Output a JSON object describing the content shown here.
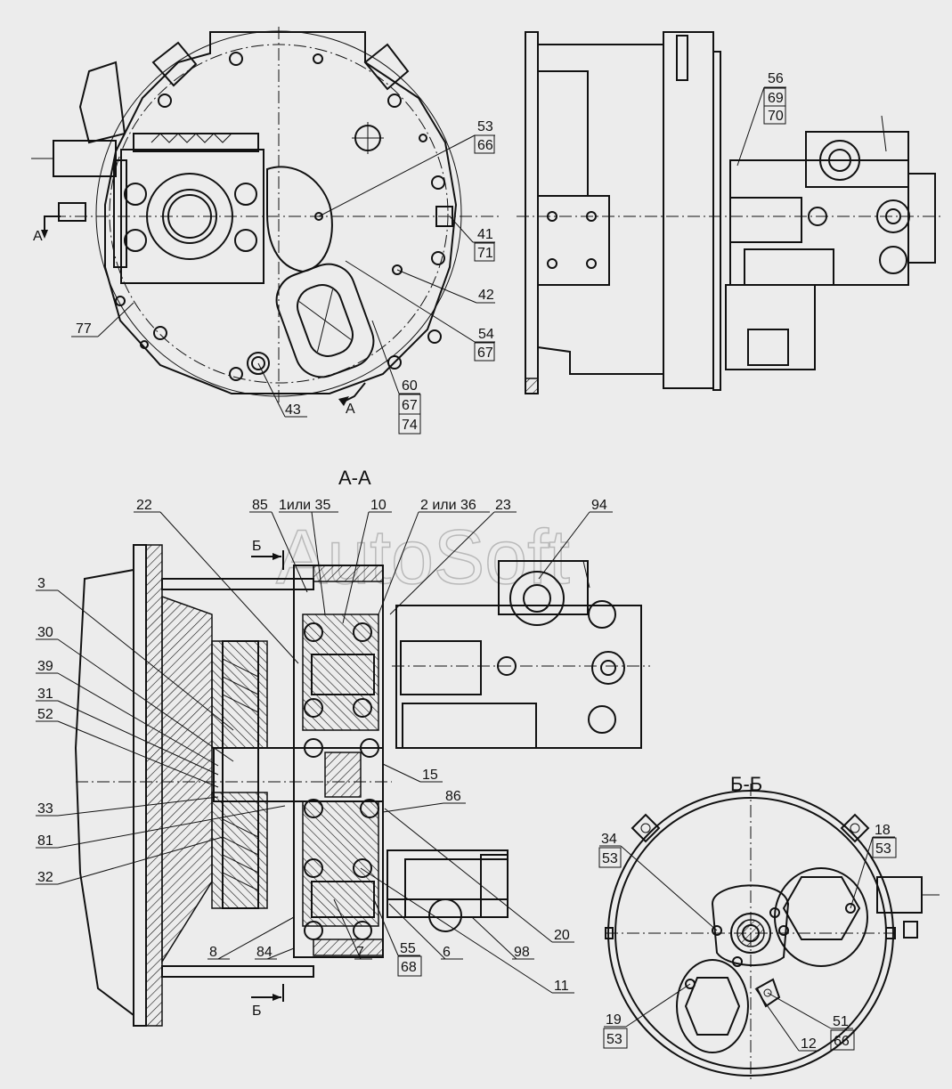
{
  "view_titles": {
    "section_aa": "А-А",
    "section_bb": "Б-Б"
  },
  "view_markers": {
    "a_left": "А",
    "a_bottom": "А",
    "b_top": "Б",
    "b_bottom": "Б"
  },
  "watermark": "AutoSoft",
  "callouts_top_left": {
    "c53": "53",
    "c66": "66",
    "c41": "41",
    "c71": "71",
    "c42": "42",
    "c54": "54",
    "c67a": "67",
    "c77": "77",
    "c43": "43",
    "c60": "60",
    "c67b": "67",
    "c74": "74"
  },
  "callouts_top_right": {
    "c56": "56",
    "c69": "69",
    "c70": "70"
  },
  "callouts_section_aa": {
    "c22": "22",
    "c85": "85",
    "c1or35": "1или 35",
    "c10": "10",
    "c2or36": "2 или 36",
    "c23": "23",
    "c94": "94",
    "c3": "3",
    "c30": "30",
    "c39": "39",
    "c31": "31",
    "c52": "52",
    "c33": "33",
    "c81": "81",
    "c32": "32",
    "c15": "15",
    "c86": "86",
    "c20": "20",
    "c11": "11",
    "c8": "8",
    "c84": "84",
    "c7": "7",
    "c55": "55",
    "c68": "68",
    "c6": "6",
    "c98": "98"
  },
  "callouts_section_bb": {
    "c34": "34",
    "c53a": "53",
    "c18": "18",
    "c53b": "53",
    "c19": "19",
    "c53c": "53",
    "c12": "12",
    "c51": "51",
    "c66": "66"
  }
}
